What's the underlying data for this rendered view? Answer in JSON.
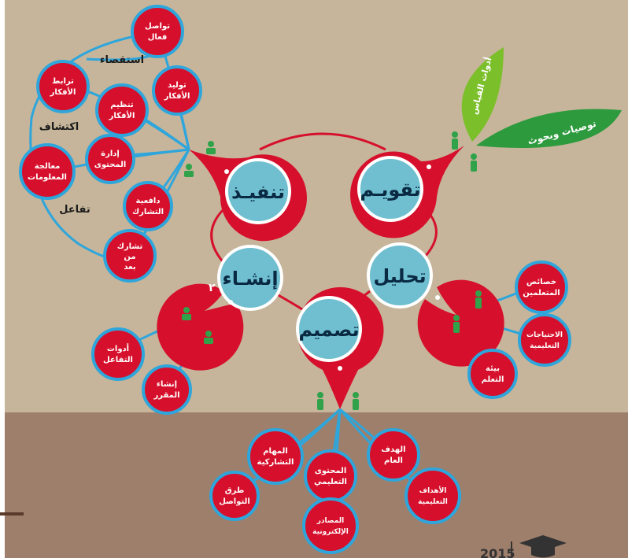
{
  "colors": {
    "background_top": "#c6b59a",
    "background_bottom": "#9e7f6b",
    "red": "#d6102c",
    "blue": "#2ea6dc",
    "teal": "#6fbfd0",
    "green_leaf": "#7bbf2a",
    "green_leaf2": "#2e9a3e",
    "figure_green": "#2fa24a"
  },
  "phases": {
    "evaluate": "تقويـم",
    "implement": "تنفيـذ",
    "analyze": "تحليل",
    "create": "إنشـاء",
    "design": "تصميم"
  },
  "implement_groups": {
    "investigation": "استقصاء",
    "discovery": "اكتشاف",
    "interaction": "تفاعل"
  },
  "implement_items": [
    [
      "تواصل",
      "فعال"
    ],
    [
      "توليد",
      "الأفكار"
    ],
    [
      "ترابط",
      "الأفكار"
    ],
    [
      "تنظيم",
      "الأفكار"
    ],
    [
      "إدارة",
      "المحتوى"
    ],
    [
      "معالجة",
      "المعلومات"
    ],
    [
      "دافعية",
      "التشارك"
    ],
    [
      "تشارك",
      "من",
      "بعد"
    ]
  ],
  "evaluate_leaves": [
    "أدوات القياس",
    "توصيات وبحوث"
  ],
  "analyze_items": [
    [
      "خصائص",
      "المتعلمين"
    ],
    [
      "الاحتياجات",
      "التعليمية"
    ],
    [
      "بيئة",
      "التعلم"
    ]
  ],
  "create_items": [
    [
      "أدوات",
      "التفاعل"
    ],
    [
      "إنشاء",
      "المقرر"
    ]
  ],
  "create_number": "٢",
  "design_items": [
    [
      "المهام",
      "التشاركية"
    ],
    [
      "المحتوى",
      "التعليمي"
    ],
    [
      "الهدف",
      "العام"
    ],
    [
      "طرق",
      "التواصل"
    ],
    [
      "المصادر",
      "الإلكترونية"
    ],
    [
      "الأهداف",
      "التعليمية"
    ]
  ],
  "logo_year": "2015"
}
